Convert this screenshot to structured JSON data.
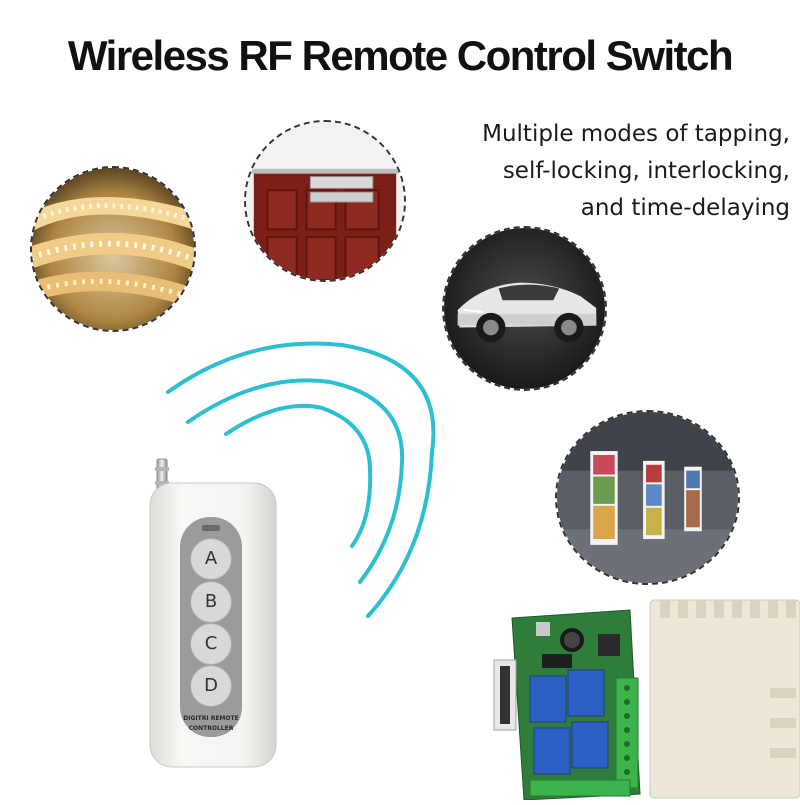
{
  "title": "Wireless RF Remote Control Switch",
  "subtitle": {
    "line1": "Multiple modes of tapping,",
    "line2": "self-locking, interlocking,",
    "line3": "and time-delaying"
  },
  "remote": {
    "buttons": [
      "A",
      "B",
      "C",
      "D"
    ],
    "label_line1": "DIGITRI REMOTE",
    "label_line2": "CONTROLLER"
  },
  "icons": {
    "strip": "led-strip-photo",
    "door": "door-lock-photo",
    "car": "car-photo",
    "wall": "display-wall-photo",
    "remote": "rf-remote",
    "receiver": "relay-receiver-board"
  },
  "colors": {
    "wave": "#2cbfcf",
    "remote_body": "#f4f4f2",
    "remote_panel": "#9b9b9b",
    "pcb": "#2e7d3a",
    "relay": "#2c5fc4",
    "terminal": "#3cb44b",
    "enclosure": "#ece7d8"
  }
}
